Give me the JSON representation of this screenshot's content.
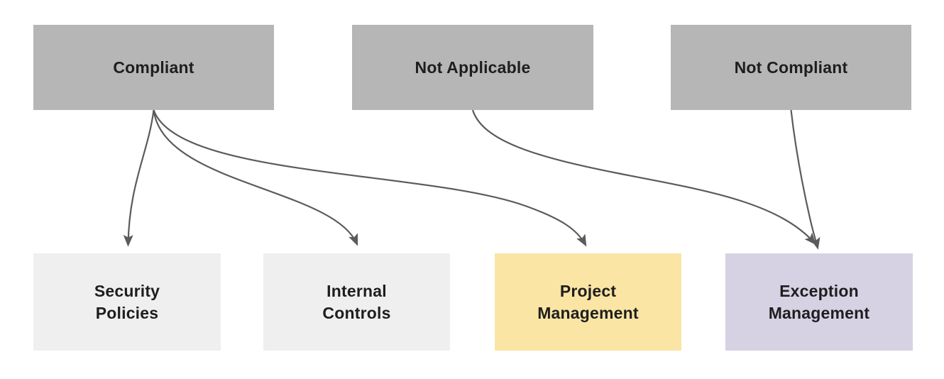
{
  "diagram": {
    "type": "flowchart",
    "background": "#ffffff",
    "nodes": [
      {
        "id": "compliant",
        "label": "Compliant",
        "row": "top",
        "fill": "#b6b6b6"
      },
      {
        "id": "not-applicable",
        "label": "Not Applicable",
        "row": "top",
        "fill": "#b6b6b6"
      },
      {
        "id": "not-compliant",
        "label": "Not Compliant",
        "row": "top",
        "fill": "#b6b6b6"
      },
      {
        "id": "security-policies",
        "label": "Security\nPolicies",
        "row": "bottom",
        "fill": "#efefef"
      },
      {
        "id": "internal-controls",
        "label": "Internal\nControls",
        "row": "bottom",
        "fill": "#efefef"
      },
      {
        "id": "project-management",
        "label": "Project\nManagement",
        "row": "bottom",
        "fill": "#fae5a4"
      },
      {
        "id": "exception-management",
        "label": "Exception\nManagement",
        "row": "bottom",
        "fill": "#d6d2e4"
      }
    ],
    "edges": [
      {
        "from": "compliant",
        "to": "security-policies"
      },
      {
        "from": "compliant",
        "to": "internal-controls"
      },
      {
        "from": "compliant",
        "to": "project-management"
      },
      {
        "from": "not-applicable",
        "to": "exception-management"
      },
      {
        "from": "not-compliant",
        "to": "exception-management"
      }
    ],
    "colors": {
      "status_box": "#b6b6b6",
      "neutral_box": "#efefef",
      "highlight_yellow": "#fae5a4",
      "highlight_purple": "#d6d2e4",
      "arrow": "#5b5b5b",
      "text": "#1e1e1e"
    }
  }
}
